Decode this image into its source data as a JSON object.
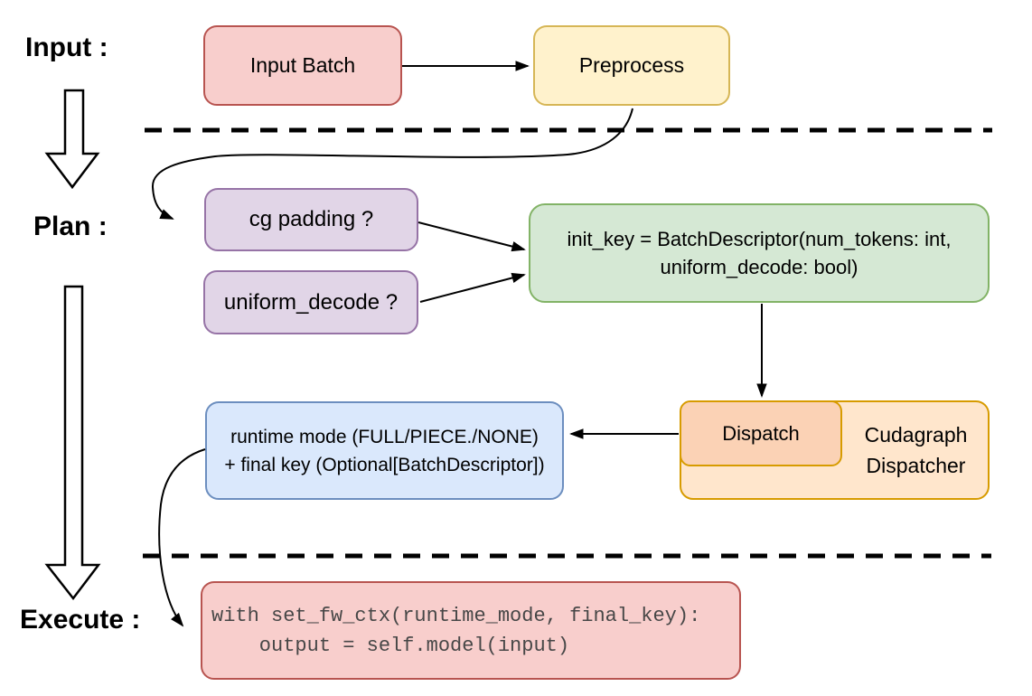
{
  "stage_labels": {
    "input": "Input :",
    "plan": "Plan :",
    "execute": "Execute :"
  },
  "colors": {
    "red_fill": "#f8cecc",
    "red_stroke": "#b85450",
    "yellow_fill": "#fff2cc",
    "yellow_stroke": "#d6b656",
    "purple_fill": "#e1d5e7",
    "purple_stroke": "#9673a6",
    "green_fill": "#d5e8d4",
    "green_stroke": "#82b366",
    "blue_fill": "#dae8fc",
    "blue_stroke": "#6c8ebf",
    "orange_fill": "#ffe6cc",
    "orange_stroke": "#d79b00",
    "dispatch_fill": "#fbd2b5",
    "arrow_color": "#000000",
    "code_text_color": "#474747"
  },
  "nodes": {
    "input_batch": {
      "label": "Input Batch"
    },
    "preprocess": {
      "label": "Preprocess"
    },
    "cg_padding": {
      "label": "cg padding ?"
    },
    "uniform_decode": {
      "label": "uniform_decode ?"
    },
    "init_key": {
      "line1": "init_key = BatchDescriptor(num_tokens: int,",
      "line2": "uniform_decode: bool)"
    },
    "dispatch": {
      "label": "Dispatch"
    },
    "cudagraph_dispatcher": {
      "line1": "Cudagraph",
      "line2": "Dispatcher"
    },
    "runtime_mode": {
      "line1": "runtime mode (FULL/PIECE./NONE)",
      "line2": "+ final key (Optional[BatchDescriptor])"
    },
    "execute_code": {
      "line1": "with set_fw_ctx(runtime_mode, final_key):",
      "line2": "    output = self.model(input)"
    }
  }
}
